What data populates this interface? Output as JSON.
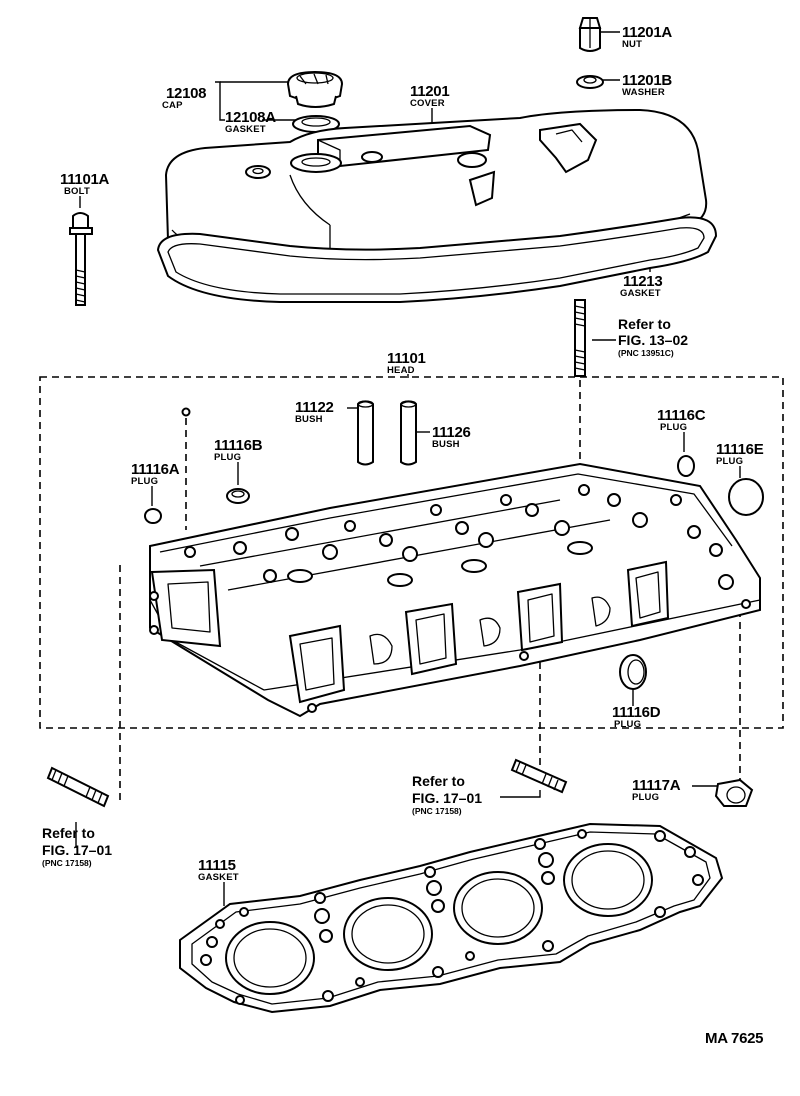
{
  "diagram": {
    "code": "MA 7625",
    "parts": [
      {
        "number": "11201A",
        "name": "NUT"
      },
      {
        "number": "11201B",
        "name": "WASHER"
      },
      {
        "number": "12108",
        "name": "CAP"
      },
      {
        "number": "12108A",
        "name": "GASKET"
      },
      {
        "number": "11201",
        "name": "COVER"
      },
      {
        "number": "11101A",
        "name": "BOLT"
      },
      {
        "number": "11213",
        "name": "GASKET"
      },
      {
        "number": "11101",
        "name": "HEAD"
      },
      {
        "number": "11122",
        "name": "BUSH"
      },
      {
        "number": "11126",
        "name": "BUSH"
      },
      {
        "number": "11116C",
        "name": "PLUG"
      },
      {
        "number": "11116B",
        "name": "PLUG"
      },
      {
        "number": "11116E",
        "name": "PLUG"
      },
      {
        "number": "11116A",
        "name": "PLUG"
      },
      {
        "number": "11116D",
        "name": "PLUG"
      },
      {
        "number": "11117A",
        "name": "PLUG"
      },
      {
        "number": "11115",
        "name": "GASKET"
      }
    ],
    "refs": [
      {
        "line1": "Refer to",
        "line2": "FIG. 13–02",
        "pnc": "(PNC 13951C)"
      },
      {
        "line1": "Refer to",
        "line2": "FIG. 17–01",
        "pnc": "(PNC 17158)"
      },
      {
        "line1": "Refer to",
        "line2": "FIG. 17–01",
        "pnc": "(PNC 17158)"
      }
    ]
  }
}
